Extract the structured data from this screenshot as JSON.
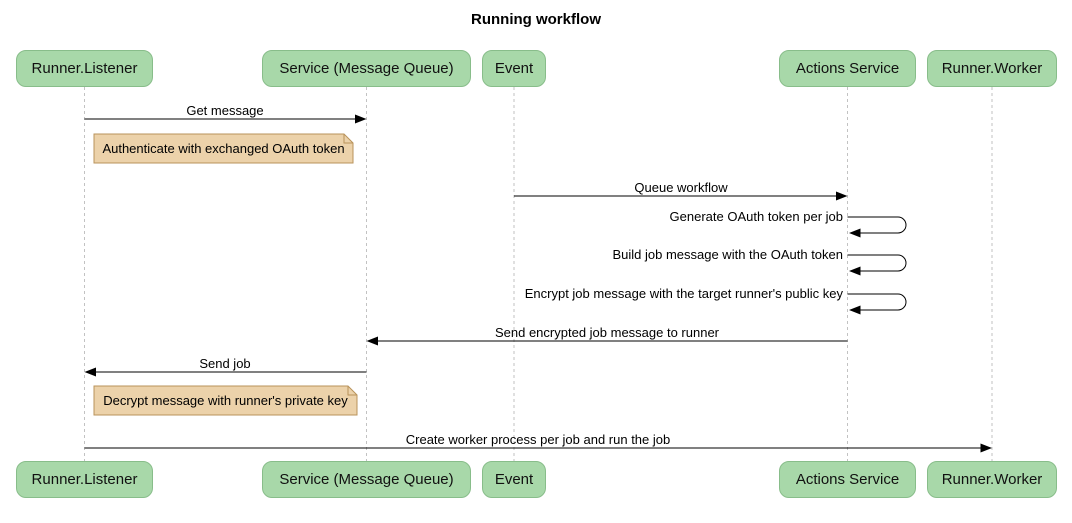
{
  "title": "Running workflow",
  "diagram": {
    "type": "sequence",
    "participants": [
      {
        "label": "Runner.Listener"
      },
      {
        "label": "Service (Message Queue)"
      },
      {
        "label": "Event"
      },
      {
        "label": "Actions Service"
      },
      {
        "label": "Runner.Worker"
      }
    ],
    "messages": [
      {
        "text": "Get message",
        "from": "Runner.Listener",
        "to": "Service (Message Queue)",
        "self": false
      },
      {
        "text": "Queue workflow",
        "from": "Event",
        "to": "Actions Service",
        "self": false
      },
      {
        "text": "Generate OAuth token per job",
        "from": "Actions Service",
        "to": "Actions Service",
        "self": true
      },
      {
        "text": "Build job message with the OAuth token",
        "from": "Actions Service",
        "to": "Actions Service",
        "self": true
      },
      {
        "text": "Encrypt job message with the target runner's public key",
        "from": "Actions Service",
        "to": "Actions Service",
        "self": true
      },
      {
        "text": "Send encrypted job message to runner",
        "from": "Actions Service",
        "to": "Service (Message Queue)",
        "self": false
      },
      {
        "text": "Send job",
        "from": "Service (Message Queue)",
        "to": "Runner.Listener",
        "self": false
      },
      {
        "text": "Create worker process per job and run the job",
        "from": "Runner.Listener",
        "to": "Runner.Worker",
        "self": false
      }
    ],
    "notes": [
      {
        "text": "Authenticate with exchanged OAuth token",
        "position": "right of Runner.Listener"
      },
      {
        "text": "Decrypt message with runner's private key",
        "position": "right of Runner.Listener"
      }
    ],
    "colors": {
      "participant_fill": "#a8d8a9",
      "participant_border": "#88bd8a",
      "note_fill": "#ecd2aa",
      "note_border": "#b9935b",
      "lifeline": "#c2c2c2",
      "arrow": "#000000",
      "background": "#ffffff"
    }
  }
}
